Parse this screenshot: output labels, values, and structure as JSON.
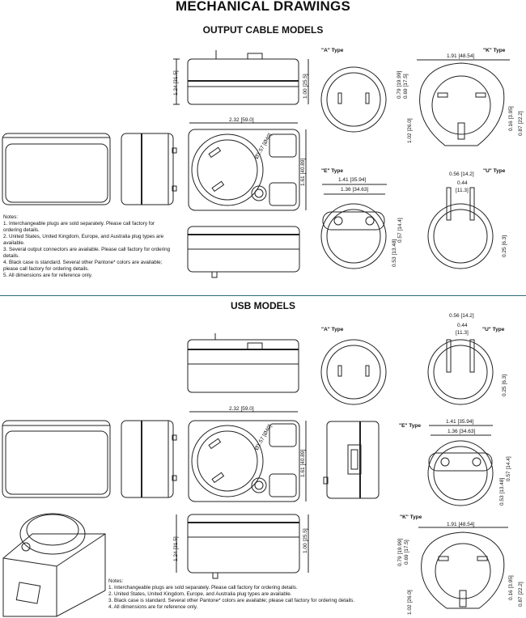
{
  "header": {
    "title": "MECHANICAL DRAWINGS"
  },
  "output_section": {
    "title": "OUTPUT CABLE MODELS",
    "width_dim": "2.32 [59.0]",
    "height_dim_1": "1.24 [31.5]",
    "height_dim_2": "1.00 [25.5]",
    "depth_dim": "1.61 [40.89]",
    "dia_dim": "Ø1.57 [Ø40]",
    "notes_title": "Notes:",
    "notes": [
      "1. Interchangeable plugs are sold separately.  Please call factory for",
      "    ordering details.",
      "2. United States, United Kingdom, Europe, and Australia plug types are",
      "    available.",
      "3. Several output connectors are available.  Please call factory for ordering",
      "    details.",
      "4. Black case is standard. Several other Pantone* colors are available;",
      "    please call factory for ordering details.",
      "5. All dimensions are for reference only."
    ],
    "plug_a": "\"A\" Type",
    "plug_k": "\"K\" Type",
    "plug_e": "\"E\" Type",
    "plug_u": "\"U\" Type",
    "k_width": "1.91 [48.54]",
    "k_d1": "0.79 [19.99]",
    "k_d2": "0.69 [17.5]",
    "k_d3": "1.02 [26.0]",
    "k_d4": "0.16 [3.95]",
    "k_d5": "0.87 [22.2]",
    "e_w1": "1.41 [35.94]",
    "e_w2": "1.36 [34.63]",
    "e_h1": "0.57 [14.4]",
    "e_h2": "0.53 [13.48]",
    "u_w1": "0.56 [14.2]",
    "u_w2a": "0.44",
    "u_w2b": "[11.3]",
    "u_h": "0.25 [6.3]"
  },
  "usb_section": {
    "title": "USB MODELS",
    "width_dim": "2.32 [59.0]",
    "height_dim_1": "1.24 [31.5]",
    "height_dim_2": "1.00 [25.5]",
    "depth_dim": "1.61 [40.89]",
    "dia_dim": "Ø1.57 [Ø40]",
    "notes_title": "Notes:",
    "notes": [
      "1. Interchangeable plugs are sold separately.  Please call factory for ordering details.",
      "2. United States, United Kingdom, Europe, and Australia plug types are available.",
      "3. Black case is standard. Several other Pantone* colors are available; please call factory for ordering details.",
      "4. All dimensions are for reference only."
    ],
    "plug_a": "\"A\" Type",
    "plug_u": "\"U\" Type",
    "plug_e": "\"E\" Type",
    "plug_k": "\"K\" Type",
    "u_w1": "0.56 [14.2]",
    "u_w2a": "0.44",
    "u_w2b": "[11.3]",
    "u_h": "0.25 [6.3]",
    "e_w1": "1.41 [35.94]",
    "e_w2": "1.36 [34.63]",
    "e_h1": "0.57 [14.4]",
    "e_h2": "0.53 [13.48]",
    "k_width": "1.91 [48.54]",
    "k_d1": "0.79 [19.99]",
    "k_d2": "0.69 [17.5]",
    "k_d3": "1.02 [26.0]",
    "k_d4": "0.16 [3.95]",
    "k_d5": "0.87 [22.2]"
  },
  "colors": {
    "line": "#222222",
    "divider": "#2e6a7c"
  }
}
